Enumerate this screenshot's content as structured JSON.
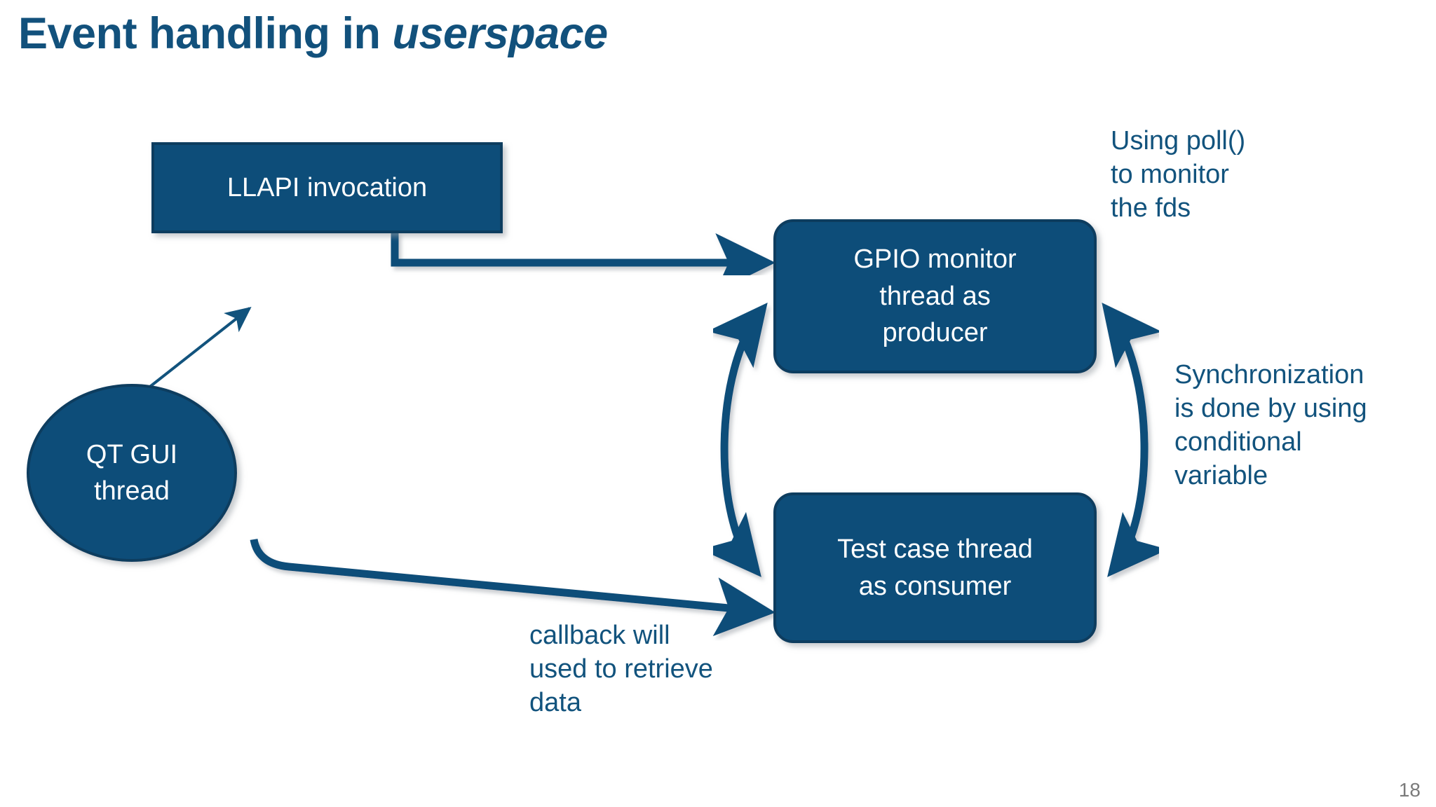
{
  "slide": {
    "title_plain": "Event handling in ",
    "title_emphasis": "userspace",
    "page_number": "18",
    "background_color": "#ffffff",
    "accent_color": "#0e4d79",
    "text_color": "#12537d",
    "node_fill": "#0e4d79",
    "node_stroke": "#0b3c5f",
    "node_text_color": "#ffffff",
    "page_number_color": "#7b7b7b"
  },
  "nodes": {
    "llapi": {
      "label": "LLAPI invocation",
      "shape": "rectangle"
    },
    "gpio": {
      "label": "GPIO monitor\nthread as\nproducer",
      "shape": "rounded-rectangle"
    },
    "testcase": {
      "label": "Test case thread\nas consumer",
      "shape": "rounded-rectangle"
    },
    "qtgui": {
      "label": "QT GUI\nthread",
      "shape": "ellipse"
    }
  },
  "annotations": {
    "poll": "Using poll()\nto monitor\nthe fds",
    "sync": "Synchronization\nis done by using\nconditional\nvariable",
    "callback": "callback will\nused to retrieve\ndata"
  },
  "connectors": [
    {
      "name": "llapi-to-gpio",
      "style": "elbow-arrow",
      "from": "llapi",
      "to": "gpio"
    },
    {
      "name": "llapi-down",
      "style": "straight-arrow-down",
      "from": "llapi",
      "to": ""
    },
    {
      "name": "qtgui-to-llapi-line",
      "style": "thin-arrow",
      "from": "qtgui",
      "to": "llapi-down"
    },
    {
      "name": "llapi-to-testcase",
      "style": "elbow-arrow",
      "from": "llapi-down",
      "to": "testcase"
    },
    {
      "name": "gpio-testcase-left",
      "style": "curved-double-arrow",
      "from": "gpio",
      "to": "testcase"
    },
    {
      "name": "gpio-testcase-right",
      "style": "curved-double-arrow",
      "from": "gpio",
      "to": "testcase"
    }
  ]
}
